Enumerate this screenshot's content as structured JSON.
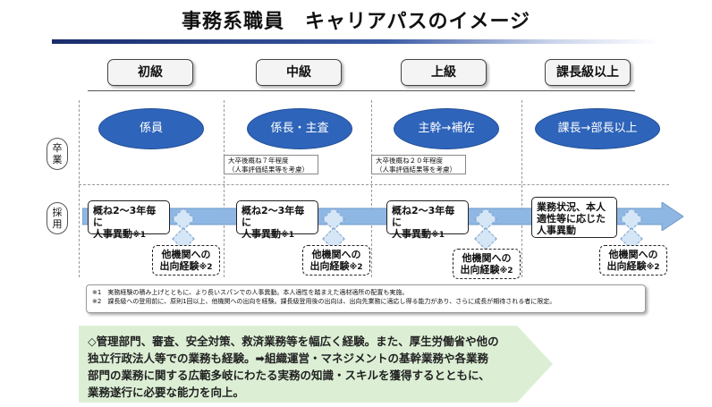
{
  "title": "事務系職員　キャリアパスのイメージ",
  "levels": [
    "初級",
    "中級",
    "上級",
    "課長級以上"
  ],
  "roles": [
    "係員",
    "係長・主査",
    "主幹→補佐",
    "課長→部長以上"
  ],
  "row_labels": {
    "graduation": "卒業",
    "hiring": "採用"
  },
  "notes": [
    {
      "line1": "大卒後概ね７年程度",
      "line2": "（人事評価結果等を考慮）"
    },
    {
      "line1": "大卒後概ね２０年程度",
      "line2": "（人事評価結果等を考慮）"
    }
  ],
  "transfer_boxes": [
    {
      "line1": "概ね2～3年毎に",
      "line2": "人事異動",
      "mark": "※1"
    },
    {
      "line1": "概ね2～3年毎に",
      "line2": "人事異動",
      "mark": "※1"
    },
    {
      "line1": "概ね2～3年毎に",
      "line2": "人事異動",
      "mark": "※1"
    },
    {
      "line1": "業務状況、本人",
      "line2": "適性等に応じた",
      "line3": "人事異動"
    }
  ],
  "secondment_boxes": [
    {
      "line1": "他機関への",
      "line2": "出向経験",
      "mark": "※2"
    },
    {
      "line1": "他機関への",
      "line2": "出向経験",
      "mark": "※2"
    },
    {
      "line1": "他機関への",
      "line2": "出向経験",
      "mark": "※2"
    },
    {
      "line1": "他機関への",
      "line2": "出向経験",
      "mark": "※2"
    }
  ],
  "footnotes": [
    "※1　実務経験の積み上げとともに、より長いスパンでの人事異動。本人適性を踏まえた適材適所の配置も実施。",
    "※2　課長級への登用前に、原則1回以上、他機関への出向を経験。課長級登用後の出向は、出向先業務に適応し得る能力があり、さらに成長が期待される者に限定。"
  ],
  "summary": {
    "line1": "◇管理部門、審査、安全対策、救済業務等を幅広く経験。また、厚生労働省や他の",
    "line2": "独立行政法人等での業務も経験。➡組織運営・マネジメントの基幹業務や各業務",
    "line3": "部門の業務に関する広範多岐にわたる実務の知識・スキルを獲得するとともに、",
    "line4": "業務遂行に必要な能力を向上。"
  },
  "colors": {
    "ellipse": "#2e64ba",
    "arrow": "#8fb7e3",
    "summary_bg": "#dcefd5"
  }
}
